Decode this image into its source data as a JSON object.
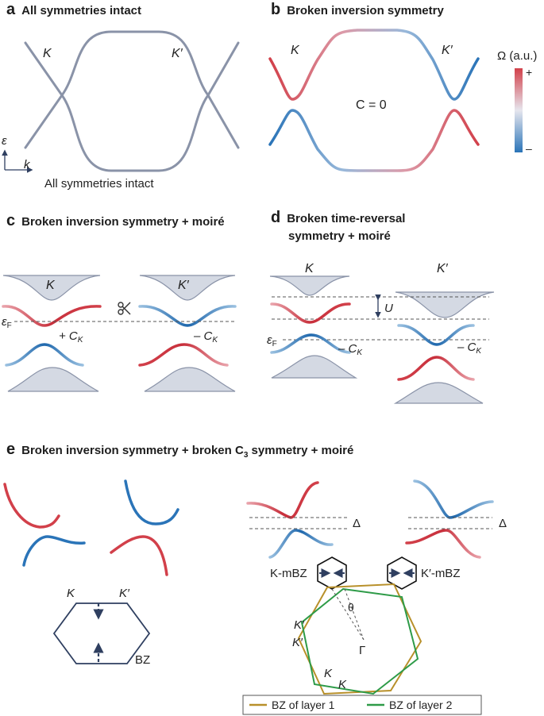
{
  "panels": {
    "a": {
      "letter": "a",
      "title": "All symmetries intact",
      "k": "K",
      "kprime": "K′",
      "eps": "ε",
      "kaxis": "k",
      "caption": "All symmetries intact"
    },
    "b": {
      "letter": "b",
      "title": "Broken inversion symmetry",
      "k": "K",
      "kprime": "K′",
      "chern": "C = 0",
      "colorbar": {
        "title": "Ω (a.u.)",
        "plus": "+",
        "minus": "–",
        "top_color": "#d2404a",
        "bottom_color": "#2a74b8"
      }
    },
    "c": {
      "letter": "c",
      "title": "Broken inversion symmetry + moiré",
      "k": "K",
      "kprime": "K′",
      "fermi": "ε",
      "fermi_sub": "F",
      "ck_plus": "+ C",
      "ck_minus": "– C",
      "ck_sub": "K"
    },
    "d": {
      "letter": "d",
      "title_line1": "Broken time-reversal",
      "title_line2": "symmetry + moiré",
      "k": "K",
      "kprime": "K′",
      "u": "U",
      "fermi": "ε",
      "fermi_sub": "F",
      "ck_minus": "– C",
      "ck_sub": "K"
    },
    "e": {
      "letter": "e",
      "title": "Broken inversion symmetry + broken C",
      "title_sub": "3",
      "title_end": " symmetry + moiré",
      "k": "K",
      "kprime": "K′",
      "bz": "BZ",
      "delta": "Δ",
      "kmbz": "K-mBZ",
      "kprimembz": "K′-mBZ",
      "theta": "θ",
      "gamma": "Γ",
      "legend": [
        {
          "label": "BZ of layer 1",
          "color": "#b8902a"
        },
        {
          "label": "BZ of layer 2",
          "color": "#2e9b48"
        }
      ]
    }
  },
  "colors": {
    "red": "#d2404a",
    "blue": "#2a74b8",
    "grey_band": "#8a93a8",
    "fill": "#d4d9e3",
    "hex_outline": "#2f3f60"
  }
}
